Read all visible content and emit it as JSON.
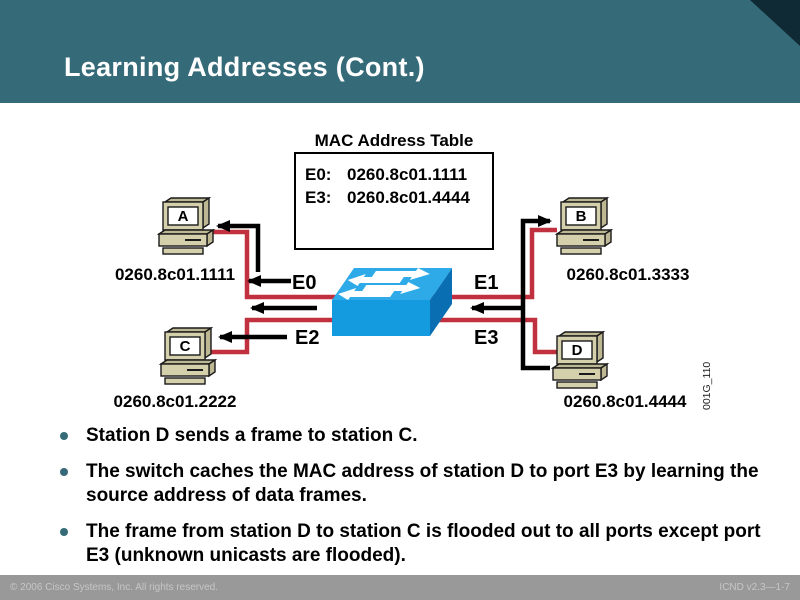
{
  "slide": {
    "title": "Learning Addresses (Cont.)"
  },
  "colors": {
    "teal": "#356A78",
    "corner": "#102A35",
    "red": "#C1303F",
    "switch-top": "#2EAAE9",
    "switch-front": "#149ADF",
    "switch-side": "#0A6FB2",
    "station-body": "#D5D0AC",
    "station-shade": "#BDB794",
    "bullet-dot": "#356A78",
    "footer-bg": "#999999",
    "footer-text": "#C6C6C6"
  },
  "diagram": {
    "table": {
      "title": "MAC Address Table",
      "entries": [
        {
          "port": "E0:",
          "mac": "0260.8c01.1111"
        },
        {
          "port": "E3:",
          "mac": "0260.8c01.4444"
        }
      ]
    },
    "stations": [
      {
        "name": "A",
        "mac": "0260.8c01.1111"
      },
      {
        "name": "B",
        "mac": "0260.8c01.3333"
      },
      {
        "name": "C",
        "mac": "0260.8c01.2222"
      },
      {
        "name": "D",
        "mac": "0260.8c01.4444"
      }
    ],
    "ports": [
      "E0",
      "E1",
      "E2",
      "E3"
    ],
    "figure_id": "001G_110"
  },
  "bullets": [
    "Station D sends a frame to station C.",
    "The switch caches the MAC address of station D to port E3 by learning the source address of data frames.",
    "The frame from station D to station C is flooded out to all ports except port E3 (unknown unicasts are flooded)."
  ],
  "footer": {
    "copyright": "© 2006 Cisco Systems, Inc. All rights reserved.",
    "slide_id": "ICND v2.3—1-7"
  }
}
